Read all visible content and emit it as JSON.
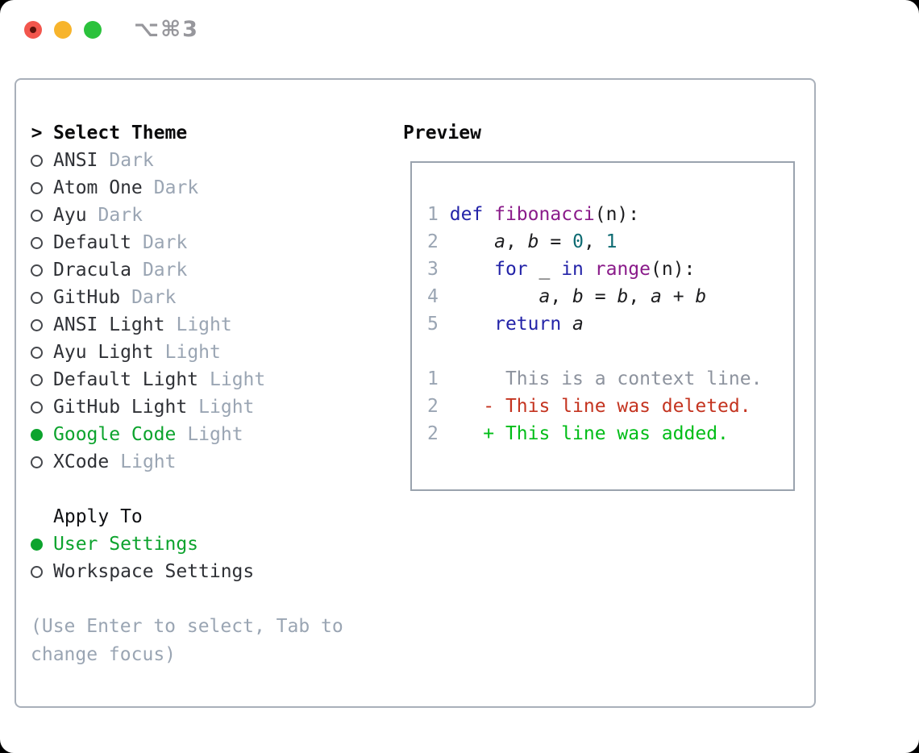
{
  "window": {
    "shortcut_label": "⌥⌘3",
    "traffic_lights": [
      "close",
      "minimize",
      "zoom"
    ]
  },
  "colors": {
    "selection_green": "#0ca32d",
    "added_green": "#00bd17",
    "deleted_red": "#c43420",
    "keyword_blue": "#2323a8",
    "function_purple": "#8a1b8a",
    "literal_teal": "#0e6b72",
    "line_number_gray": "#9aa5b3",
    "muted_gray": "#9aa5b3",
    "panel_border": "#a9b0ba"
  },
  "left": {
    "title": "Select Theme",
    "title_marker": ">",
    "themes": [
      {
        "name": "ANSI",
        "variant": "Dark",
        "selected": false
      },
      {
        "name": "Atom One",
        "variant": "Dark",
        "selected": false
      },
      {
        "name": "Ayu",
        "variant": "Dark",
        "selected": false
      },
      {
        "name": "Default",
        "variant": "Dark",
        "selected": false
      },
      {
        "name": "Dracula",
        "variant": "Dark",
        "selected": false
      },
      {
        "name": "GitHub",
        "variant": "Dark",
        "selected": false
      },
      {
        "name": "ANSI Light",
        "variant": "Light",
        "selected": false
      },
      {
        "name": "Ayu Light",
        "variant": "Light",
        "selected": false
      },
      {
        "name": "Default Light",
        "variant": "Light",
        "selected": false
      },
      {
        "name": "GitHub Light",
        "variant": "Light",
        "selected": false
      },
      {
        "name": "Google Code",
        "variant": "Light",
        "selected": true
      },
      {
        "name": "XCode",
        "variant": "Light",
        "selected": false
      }
    ],
    "apply_to": {
      "title": "Apply To",
      "options": [
        {
          "label": "User Settings",
          "selected": true
        },
        {
          "label": "Workspace Settings",
          "selected": false
        }
      ]
    },
    "hint": "(Use Enter to select, Tab to change focus)"
  },
  "preview": {
    "title": "Preview",
    "code": {
      "language": "python",
      "lines": [
        {
          "tokens": [
            {
              "t": "1",
              "c": "num"
            },
            {
              "t": " ",
              "c": "pl"
            },
            {
              "t": "def ",
              "c": "kw"
            },
            {
              "t": "fibonacci",
              "c": "fn"
            },
            {
              "t": "(n):",
              "c": "pl"
            }
          ]
        },
        {
          "tokens": [
            {
              "t": "2",
              "c": "num"
            },
            {
              "t": "     ",
              "c": "pl"
            },
            {
              "t": "a",
              "c": "var"
            },
            {
              "t": ", ",
              "c": "pl"
            },
            {
              "t": "b",
              "c": "var"
            },
            {
              "t": " = ",
              "c": "pl"
            },
            {
              "t": "0",
              "c": "lit"
            },
            {
              "t": ", ",
              "c": "pl"
            },
            {
              "t": "1",
              "c": "lit"
            }
          ]
        },
        {
          "tokens": [
            {
              "t": "3",
              "c": "num"
            },
            {
              "t": "     ",
              "c": "pl"
            },
            {
              "t": "for ",
              "c": "kw"
            },
            {
              "t": "_ ",
              "c": "pl"
            },
            {
              "t": "in ",
              "c": "kw"
            },
            {
              "t": "range",
              "c": "fn"
            },
            {
              "t": "(n):",
              "c": "pl"
            }
          ]
        },
        {
          "tokens": [
            {
              "t": "4",
              "c": "num"
            },
            {
              "t": "         ",
              "c": "pl"
            },
            {
              "t": "a",
              "c": "var"
            },
            {
              "t": ", ",
              "c": "pl"
            },
            {
              "t": "b",
              "c": "var"
            },
            {
              "t": " = ",
              "c": "pl"
            },
            {
              "t": "b",
              "c": "var"
            },
            {
              "t": ", ",
              "c": "pl"
            },
            {
              "t": "a",
              "c": "var"
            },
            {
              "t": " + ",
              "c": "pl"
            },
            {
              "t": "b",
              "c": "var"
            }
          ]
        },
        {
          "tokens": [
            {
              "t": "5",
              "c": "num"
            },
            {
              "t": "     ",
              "c": "pl"
            },
            {
              "t": "return ",
              "c": "kw"
            },
            {
              "t": "a",
              "c": "var"
            }
          ]
        }
      ]
    },
    "diff": {
      "lines": [
        {
          "tokens": [
            {
              "t": "1",
              "c": "num"
            },
            {
              "t": "      ",
              "c": "pl"
            },
            {
              "t": "This is a context line.",
              "c": "ctx"
            }
          ]
        },
        {
          "tokens": [
            {
              "t": "2",
              "c": "num"
            },
            {
              "t": "    ",
              "c": "pl"
            },
            {
              "t": "- This line was deleted.",
              "c": "del"
            }
          ]
        },
        {
          "tokens": [
            {
              "t": "2",
              "c": "num"
            },
            {
              "t": "    ",
              "c": "pl"
            },
            {
              "t": "+ This line was added.",
              "c": "add"
            }
          ]
        }
      ]
    }
  }
}
